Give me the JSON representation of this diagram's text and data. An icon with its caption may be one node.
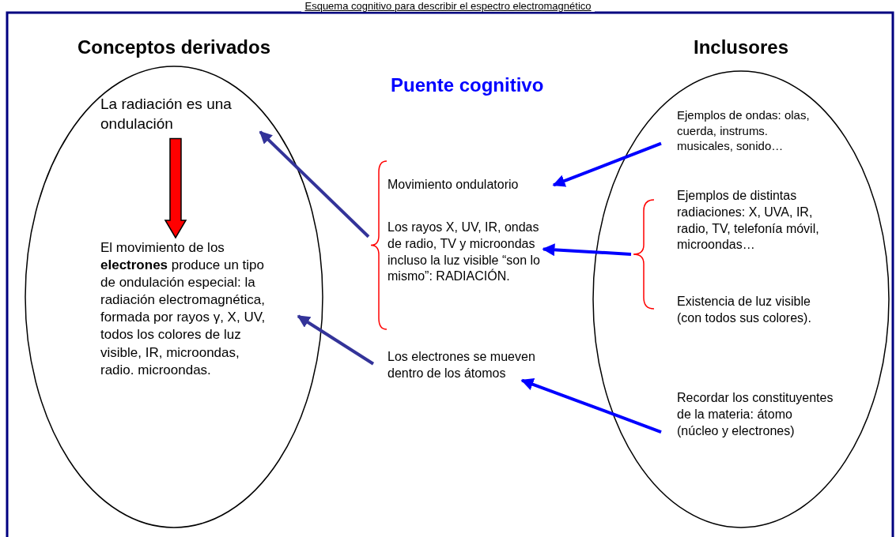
{
  "diagram": {
    "title": "Esquema cognitivo para describir el espectro electromagnético",
    "nodes": [
      {
        "text": [
          "Conceptos derivados"
        ]
      },
      {
        "text": [
          "La radiación es una ondulación"
        ],
        "in": 0
      },
      {
        "text": [
          "El movimiento de los **electrones** produce un tipo de ondulación especial: la radiación electromagnética, formada por rayos γ, X, UV, todos los colores de luz visible, IR, microondas, radio. microondas."
        ],
        "in": 0
      },
      {
        "text": [
          "Inclusores"
        ]
      },
      {
        "text": [
          "Ejemplos de ondas: olas, cuerda, instrums. musicales, sonido…"
        ],
        "in": 3
      },
      {
        "text": [
          "Ejemplos de distintas radiaciones: X, UVA, IR, radio, TV, telefonía móvil, microondas…"
        ],
        "in": 3
      },
      {
        "text": [
          "Existencia de luz visible (con todos sus colores)."
        ],
        "in": 3
      },
      {
        "text": [
          "Recordar los constituyentes de la materia: átomo (núcleo y electrones)"
        ],
        "in": 3
      },
      {
        "text": [
          "Movimiento ondulatorio"
        ]
      },
      {
        "text": [
          "Los rayos X, UV, IR, ondas de radio, TV y microondas incluso la luz visible “son lo mismo”: RADIACIÓN."
        ]
      },
      {
        "text": [
          "Los electrones se mueven dentro de los átomos"
        ]
      },
      {
        "text": [],
        "shape": "brace"
      },
      {
        "text": [],
        "shape": "brace",
        "in": 3
      }
    ],
    "edges": [
      {
        "from": 1,
        "to": 2,
        "arrow": "to",
        "style": "thick",
        "color": "#ff0000"
      },
      {
        "from": 4,
        "to": 8,
        "arrow": "to",
        "color": "#0000ff"
      },
      {
        "from": 12,
        "to": 9,
        "arrow": "to",
        "color": "#0000ff"
      },
      {
        "from": 7,
        "to": 10,
        "arrow": "to",
        "color": "#0000ff"
      },
      {
        "from": 11,
        "to": 1,
        "arrow": "to",
        "color": "#333399"
      },
      {
        "from": 10,
        "to": 2,
        "arrow": "to",
        "color": "#333399"
      }
    ],
    "labels": [
      "Puente cognitivo"
    ]
  }
}
